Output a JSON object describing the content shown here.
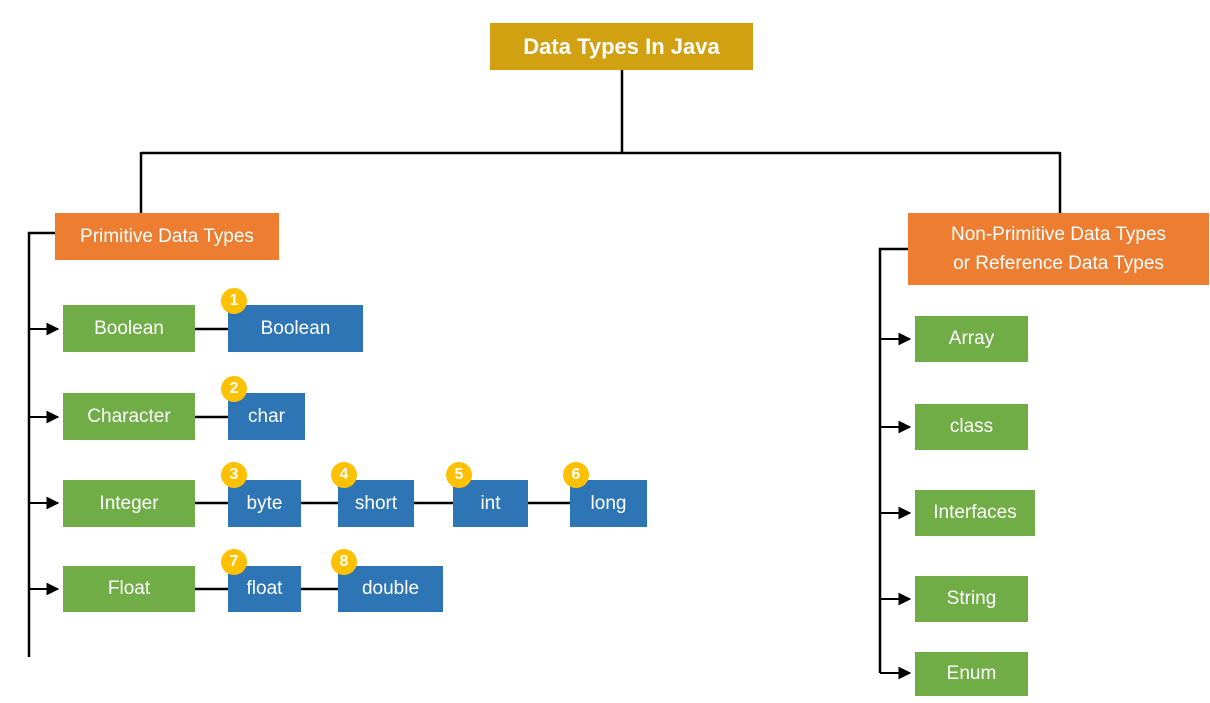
{
  "title": "Data Types In Java",
  "colors": {
    "title_bg": "#D2A112",
    "branch_bg": "#ED7D31",
    "category_bg": "#70AD47",
    "type_bg": "#2E75B6",
    "badge_bg": "#FFC000",
    "connector": "#000000",
    "text": "#FFFFFF"
  },
  "primitive": {
    "label": "Primitive Data Types",
    "rows": [
      {
        "category": "Boolean",
        "types": [
          {
            "num": "1",
            "label": "Boolean"
          }
        ]
      },
      {
        "category": "Character",
        "types": [
          {
            "num": "2",
            "label": "char"
          }
        ]
      },
      {
        "category": "Integer",
        "types": [
          {
            "num": "3",
            "label": "byte"
          },
          {
            "num": "4",
            "label": "short"
          },
          {
            "num": "5",
            "label": "int"
          },
          {
            "num": "6",
            "label": "long"
          }
        ]
      },
      {
        "category": "Float",
        "types": [
          {
            "num": "7",
            "label": "float"
          },
          {
            "num": "8",
            "label": "double"
          }
        ]
      }
    ]
  },
  "non_primitive": {
    "label_line1": "Non-Primitive Data Types",
    "label_line2": "or Reference Data Types",
    "items": [
      "Array",
      "class",
      "Interfaces",
      "String",
      "Enum"
    ]
  }
}
